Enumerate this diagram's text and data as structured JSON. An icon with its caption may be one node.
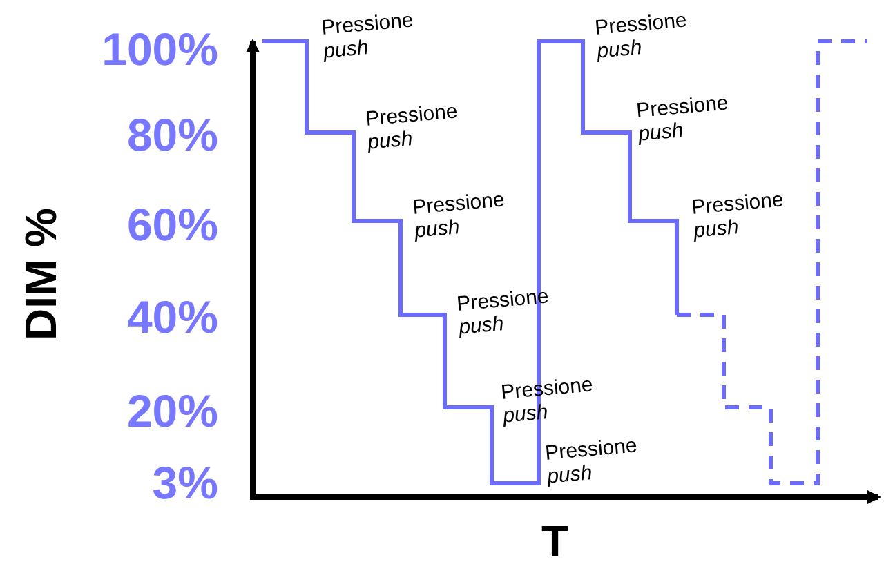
{
  "diagram": {
    "labels": [
      "100%",
      "80%",
      "60%",
      "40%",
      "20%",
      "3%",
      "DIM %",
      "T",
      "Pressione *push*",
      "Pressione *push*",
      "Pressione *push*",
      "Pressione *push*",
      "Pressione *push*",
      "Pressione *push*",
      "Pressione *push*",
      "Pressione *push*",
      "Pressione *push*"
    ]
  }
}
